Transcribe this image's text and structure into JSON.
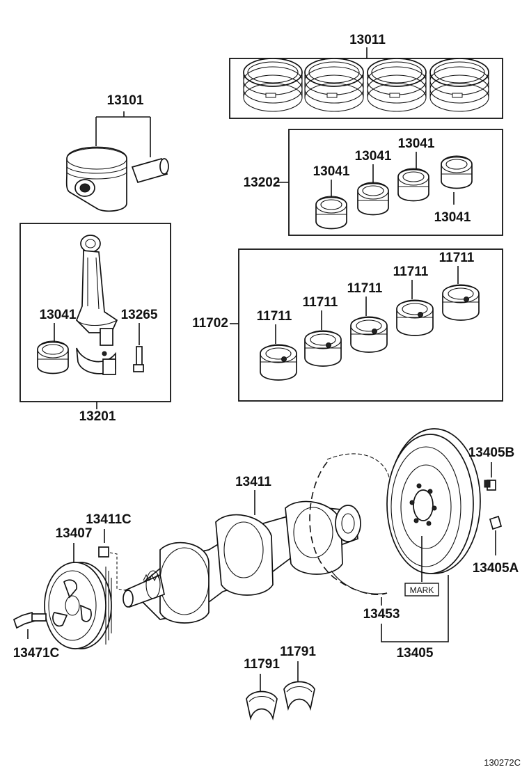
{
  "diagram_id": "130272C",
  "mark_label": "MARK",
  "parts": {
    "piston_ring_set": "13011",
    "piston_with_pin": "13101",
    "rod_bearing_set": "13202",
    "rod_bearing_a": "13041",
    "rod_bearing_b": "13041",
    "rod_bearing_c": "13041",
    "rod_bearing_d": "13041",
    "connecting_rod_assy": "13201",
    "rod_bearing_in_rod": "13041",
    "rod_bolt": "13265",
    "main_bearing_set": "11702",
    "main_bearing_1": "11711",
    "main_bearing_2": "11711",
    "main_bearing_3": "11711",
    "main_bearing_4": "11711",
    "main_bearing_5": "11711",
    "crankshaft": "13411",
    "crankshaft_key": "13411C",
    "crank_pulley": "13407",
    "pulley_bolt": "13471C",
    "flywheel_bolt": "13405B",
    "flywheel_pin": "13405A",
    "ring_gear": "13453",
    "flywheel_assy": "13405",
    "thrust_washer_a": "11791",
    "thrust_washer_b": "11791"
  }
}
